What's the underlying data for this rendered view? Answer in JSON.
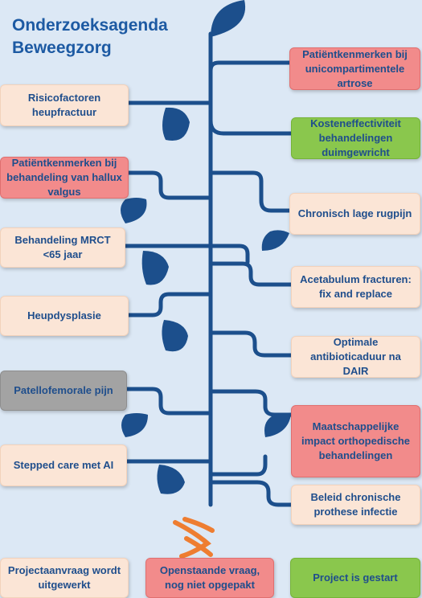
{
  "title": {
    "line1": "Onderzoeksagenda",
    "line2": "Beweegzorg"
  },
  "colors": {
    "tree": "#1c4f8c",
    "background": "#dce8f5",
    "text": "#1f4e8c",
    "in_progress": "#fbe5d6",
    "open_question": "#f28b8b",
    "started": "#8ac74d",
    "other": "#a3a3a3",
    "ribbon": "#ee7d31"
  },
  "left_items": [
    {
      "label": "Risicofactoren heupfractuur",
      "status": "in_progress"
    },
    {
      "label": "Patiëntkenmerken bij behandeling van hallux valgus",
      "status": "open_question"
    },
    {
      "label": "Behandeling MRCT <65 jaar",
      "status": "in_progress"
    },
    {
      "label": "Heupdysplasie",
      "status": "in_progress"
    },
    {
      "label": "Patellofemorale pijn",
      "status": "other"
    },
    {
      "label": "Stepped care met AI",
      "status": "in_progress"
    }
  ],
  "right_items": [
    {
      "label": "Patiëntkenmerken bij unicompartimentele artrose",
      "status": "open_question"
    },
    {
      "label": "Kosteneffectiviteit behandelingen duimgewricht",
      "status": "started"
    },
    {
      "label": "Chronisch lage rugpijn",
      "status": "in_progress"
    },
    {
      "label": "Acetabulum fracturen: fix and replace",
      "status": "in_progress"
    },
    {
      "label": "Optimale antibioticaduur na DAIR",
      "status": "in_progress"
    },
    {
      "label": "Maatschappelijke impact orthopedische behandelingen",
      "status": "open_question"
    },
    {
      "label": "Beleid chronische prothese infectie",
      "status": "in_progress"
    }
  ],
  "legend": [
    {
      "label": "Projectaanvraag wordt uitgewerkt",
      "status": "in_progress"
    },
    {
      "label": "Openstaande vraag, nog niet opgepakt",
      "status": "open_question"
    },
    {
      "label": "Project is gestart",
      "status": "started"
    }
  ]
}
